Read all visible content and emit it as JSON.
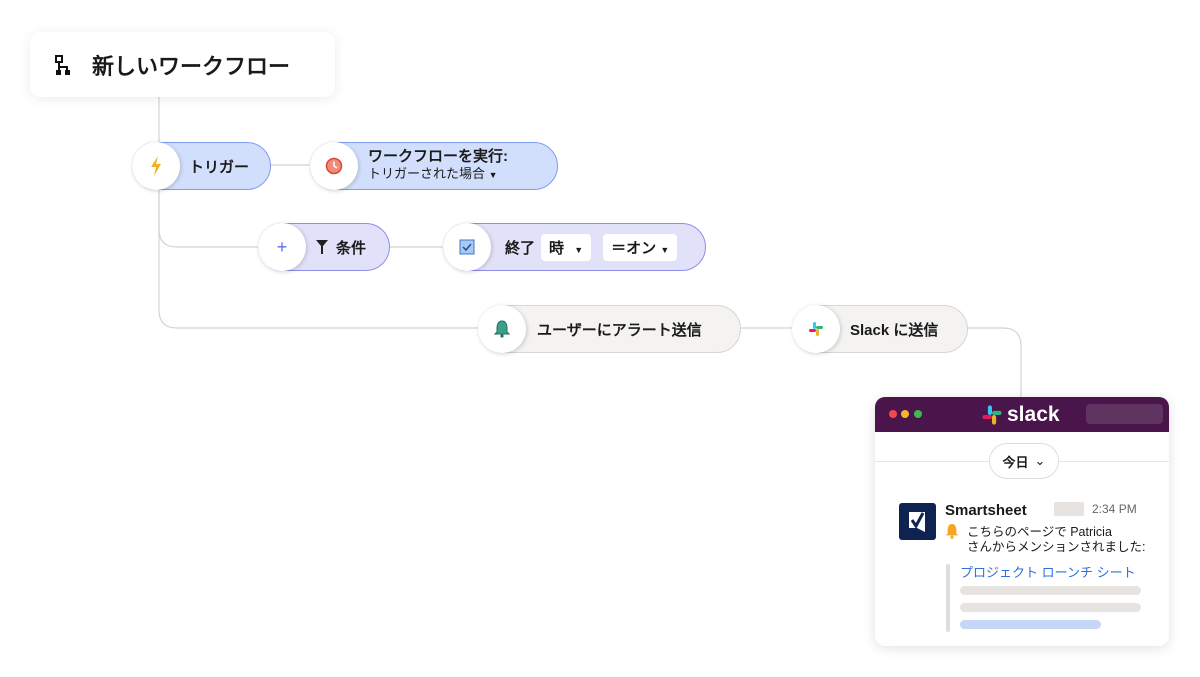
{
  "title": "新しいワークフロー",
  "trigger": {
    "label": "トリガー"
  },
  "run": {
    "line1": "ワークフローを実行:",
    "line2": "トリガーされた場合"
  },
  "condition": {
    "label": "条件"
  },
  "end": {
    "label": "終了",
    "dd1": "時",
    "dd2": "＝オン"
  },
  "alert": {
    "label": "ユーザーにアラート送信"
  },
  "slack_action": {
    "label": "Slack に送信"
  },
  "slack": {
    "logo": "slack",
    "today": "今日",
    "sender": "Smartsheet",
    "time": "2:34 PM",
    "msg1": "こちらのページで Patricia",
    "msg2": "さんからメンションされました:",
    "link": "プロジェクト ローンチ シート"
  },
  "colors": {
    "slack_header": "#4a154b",
    "link": "#2f6fe0",
    "bell": "#f5a623"
  }
}
